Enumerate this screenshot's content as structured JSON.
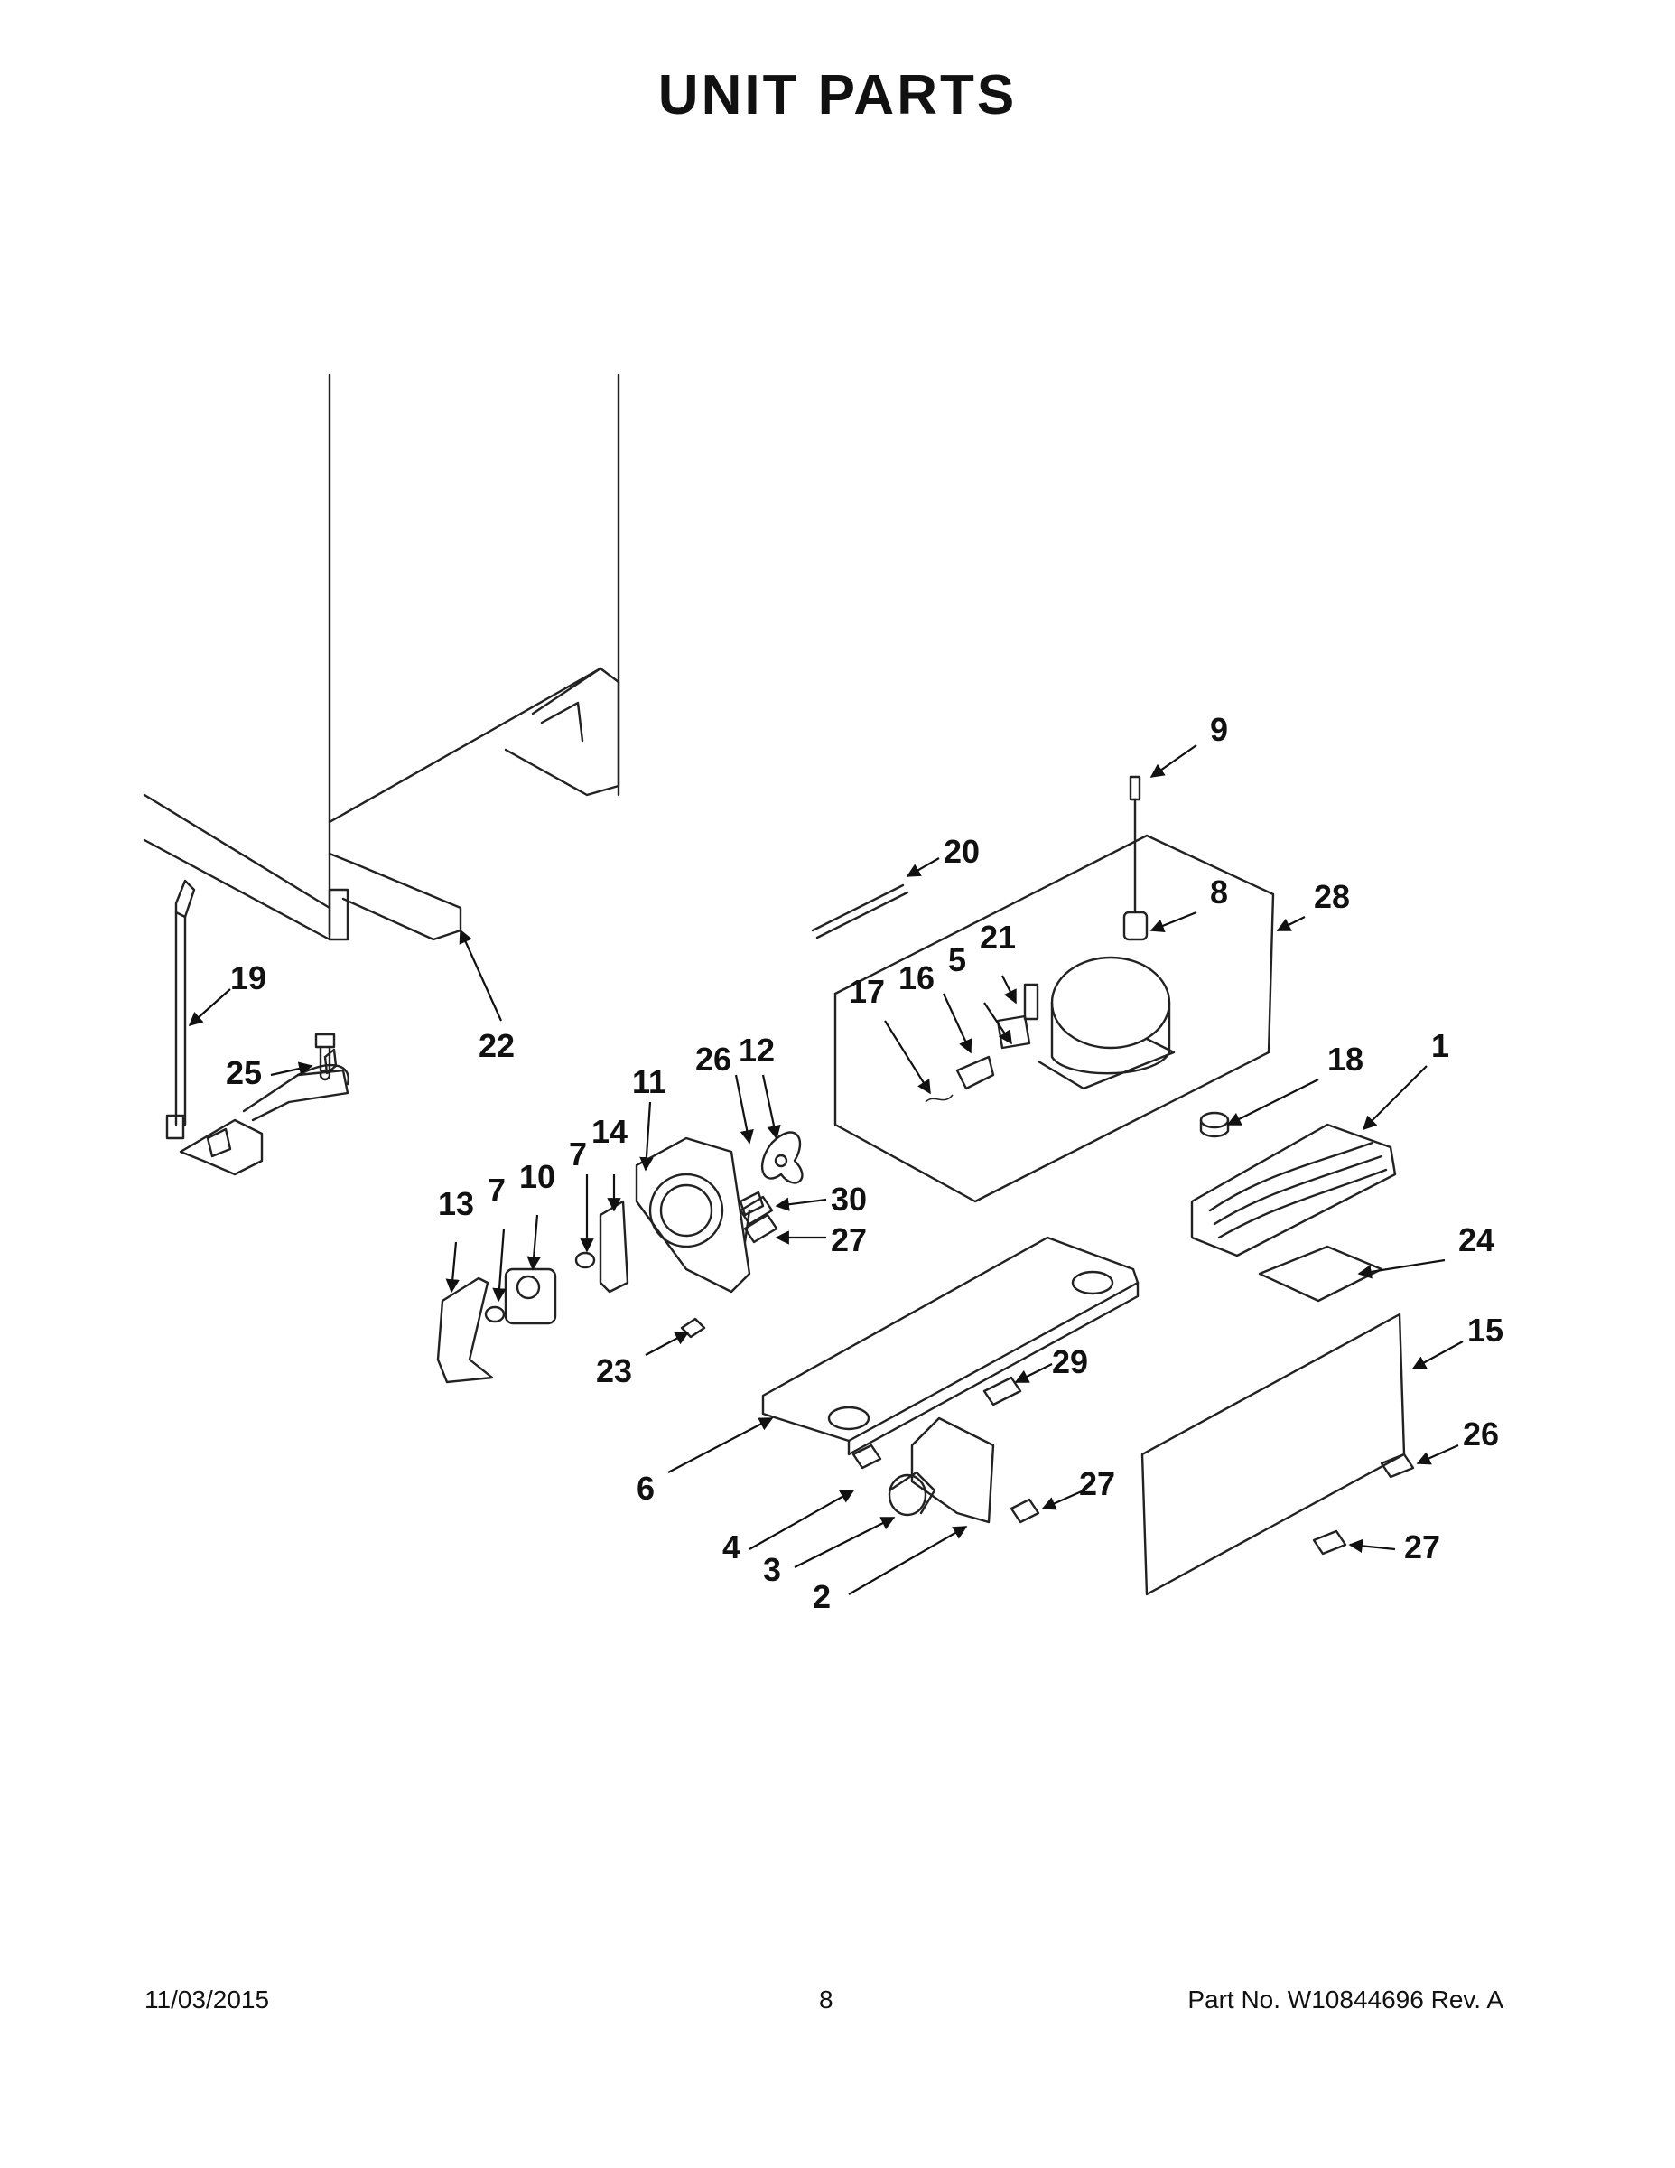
{
  "page": {
    "title": "UNIT PARTS",
    "footer": {
      "date": "11/03/2015",
      "page_number": "8",
      "part_number": "Part No.  W10844696  Rev.  A"
    }
  },
  "diagram": {
    "callouts": [
      {
        "id": "c9",
        "label": "9"
      },
      {
        "id": "c20",
        "label": "20"
      },
      {
        "id": "c8",
        "label": "8"
      },
      {
        "id": "c28",
        "label": "28"
      },
      {
        "id": "c21",
        "label": "21"
      },
      {
        "id": "c5",
        "label": "5"
      },
      {
        "id": "c16",
        "label": "16"
      },
      {
        "id": "c17",
        "label": "17"
      },
      {
        "id": "c18",
        "label": "18"
      },
      {
        "id": "c1",
        "label": "1"
      },
      {
        "id": "c19",
        "label": "19"
      },
      {
        "id": "c25",
        "label": "25"
      },
      {
        "id": "c22",
        "label": "22"
      },
      {
        "id": "c26a",
        "label": "26"
      },
      {
        "id": "c12",
        "label": "12"
      },
      {
        "id": "c11",
        "label": "11"
      },
      {
        "id": "c7a",
        "label": "7"
      },
      {
        "id": "c14",
        "label": "14"
      },
      {
        "id": "c10",
        "label": "10"
      },
      {
        "id": "c7b",
        "label": "7"
      },
      {
        "id": "c13",
        "label": "13"
      },
      {
        "id": "c30",
        "label": "30"
      },
      {
        "id": "c27a",
        "label": "27"
      },
      {
        "id": "c24",
        "label": "24"
      },
      {
        "id": "c23",
        "label": "23"
      },
      {
        "id": "c15",
        "label": "15"
      },
      {
        "id": "c29",
        "label": "29"
      },
      {
        "id": "c26b",
        "label": "26"
      },
      {
        "id": "c6",
        "label": "6"
      },
      {
        "id": "c27b",
        "label": "27"
      },
      {
        "id": "c4",
        "label": "4"
      },
      {
        "id": "c3",
        "label": "3"
      },
      {
        "id": "c27c",
        "label": "27"
      },
      {
        "id": "c2",
        "label": "2"
      }
    ]
  }
}
